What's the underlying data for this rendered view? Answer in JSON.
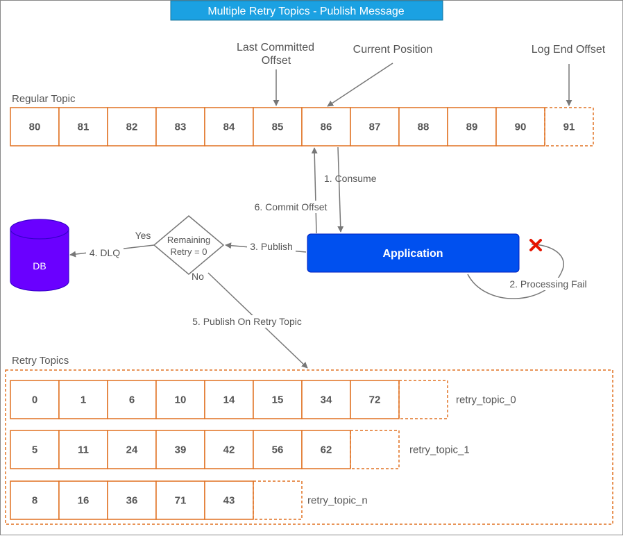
{
  "title": "Multiple Retry Topics - Publish Message",
  "labels": {
    "regular_topic": "Regular Topic",
    "retry_topics": "Retry Topics",
    "last_committed_line1": "Last Committed",
    "last_committed_line2": "Offset",
    "current_position": "Current Position",
    "log_end_offset": "Log End Offset",
    "consume": "1. Consume",
    "processing_fail": "2. Processing Fail",
    "publish": "3. Publish",
    "dlq": "4. DLQ",
    "publish_retry": "5. Publish On Retry Topic",
    "commit_offset": "6. Commit Offset",
    "yes": "Yes",
    "no": "No",
    "decision_line1": "Remaining",
    "decision_line2": "Retry = 0"
  },
  "application": "Application",
  "database": "DB",
  "regular_topic": {
    "cells": [
      "80",
      "81",
      "82",
      "83",
      "84",
      "85",
      "86",
      "87",
      "88",
      "89",
      "90"
    ],
    "next_offset": "91"
  },
  "retry_topics": [
    {
      "name": "retry_topic_0",
      "cells": [
        "0",
        "1",
        "6",
        "10",
        "14",
        "15",
        "34",
        "72"
      ]
    },
    {
      "name": "retry_topic_1",
      "cells": [
        "5",
        "11",
        "24",
        "39",
        "42",
        "56",
        "62"
      ]
    },
    {
      "name": "retry_topic_n",
      "cells": [
        "8",
        "16",
        "36",
        "71",
        "43"
      ]
    }
  ],
  "colors": {
    "title_bg": "#1ba1e2",
    "cell_border": "#e07020",
    "application": "#0050ef",
    "database": "#6a00ff",
    "arrow": "#777777"
  }
}
